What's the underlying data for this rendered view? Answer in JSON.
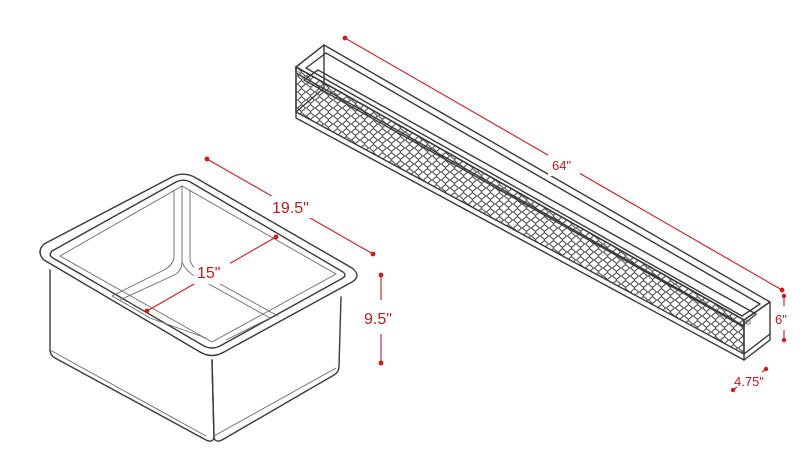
{
  "colors": {
    "dimension": "#d11a1a",
    "outline": "#3a3a3a",
    "mesh": "#4a4a4a",
    "background": "#ffffff"
  },
  "sink": {
    "length_label": "19.5\"",
    "width_label": "15\"",
    "depth_label": "9.5\""
  },
  "basket": {
    "length_label": "64\"",
    "height_label": "6\"",
    "width_label": "4.75\""
  }
}
